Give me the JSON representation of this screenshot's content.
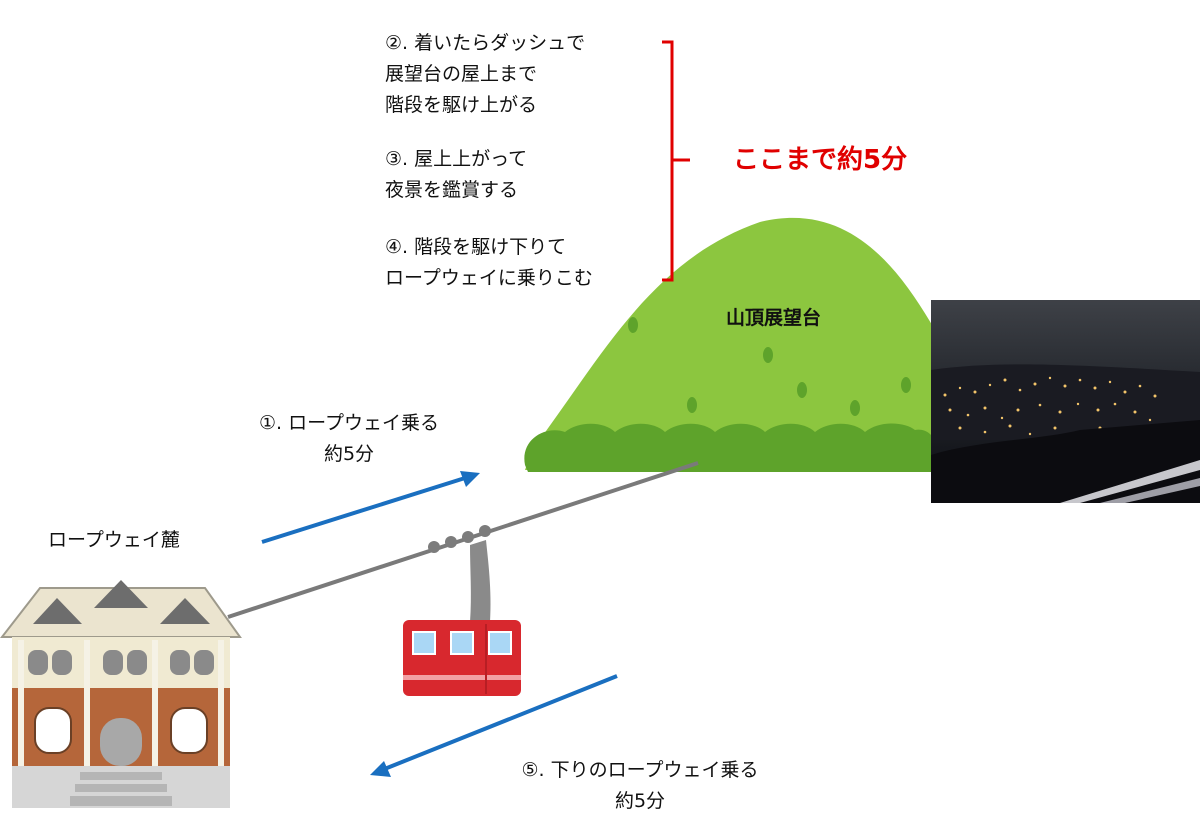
{
  "steps": {
    "step2": "②. 着いたらダッシュで\n展望台の屋上まで\n階段を駆け上がる",
    "step3": "③. 屋上上がって\n夜景を鑑賞する",
    "step4": "④. 階段を駆け下りて\nロープウェイに乗りこむ",
    "step1": "①. ロープウェイ乗る\n約5分",
    "step5": "⑤. 下りのロープウェイ乗る\n約5分"
  },
  "labels": {
    "total_time": "ここまで約5分",
    "summit": "山頂展望台",
    "base": "ロープウェイ麓"
  },
  "colors": {
    "bracket": "#e00000",
    "arrow": "#1a6fc0",
    "mountain": "#8cc63f",
    "gondola": "#d8282e"
  },
  "icons": [
    "mountain-illustration",
    "ropeway-station-building",
    "gondola-cabin",
    "night-view-photo",
    "bracket-icon",
    "arrow-up-right-icon",
    "arrow-down-left-icon"
  ]
}
